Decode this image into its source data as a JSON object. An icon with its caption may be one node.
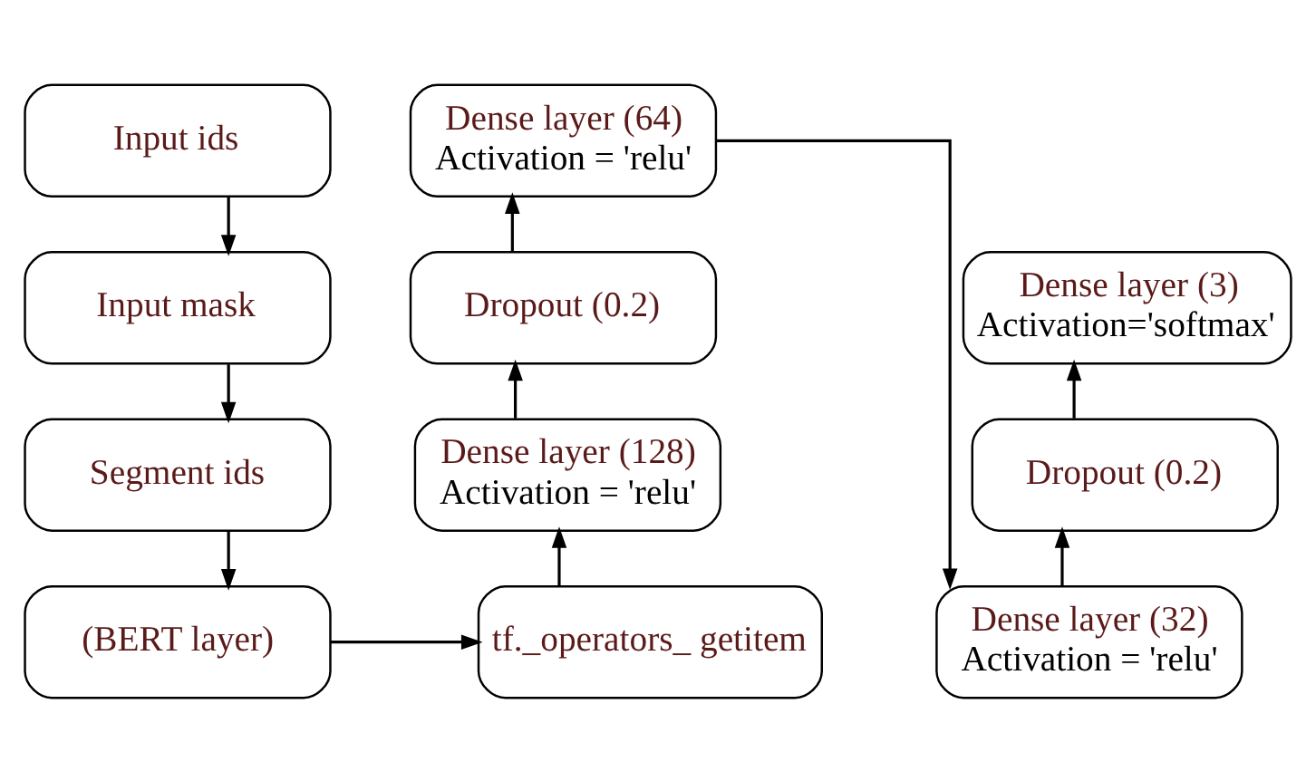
{
  "diagram": {
    "nodes": [
      {
        "text": [
          "Input ids"
        ]
      },
      {
        "text": [
          "Input mask"
        ]
      },
      {
        "text": [
          "Segment ids"
        ]
      },
      {
        "text": [
          "(BERT layer)"
        ]
      },
      {
        "text": [
          "tf._operators_ getitem"
        ]
      },
      {
        "text": [
          "Dense layer (128)",
          "Activation = 'relu'"
        ]
      },
      {
        "text": [
          "Dropout (0.2)"
        ]
      },
      {
        "text": [
          "Dense layer (64)",
          "Activation = 'relu'"
        ]
      },
      {
        "text": [
          "Dense layer (32)",
          "Activation = 'relu'"
        ]
      },
      {
        "text": [
          "Dropout (0.2)"
        ]
      },
      {
        "text": [
          "Dense layer (3)",
          "Activation='softmax'"
        ]
      }
    ],
    "edges": [
      {
        "from": 0,
        "to": 1,
        "arrow": "to"
      },
      {
        "from": 1,
        "to": 2,
        "arrow": "to"
      },
      {
        "from": 2,
        "to": 3,
        "arrow": "to"
      },
      {
        "from": 3,
        "to": 4,
        "arrow": "to"
      },
      {
        "from": 4,
        "to": 5,
        "arrow": "to"
      },
      {
        "from": 5,
        "to": 6,
        "arrow": "to"
      },
      {
        "from": 6,
        "to": 7,
        "arrow": "to"
      },
      {
        "from": 7,
        "to": 8,
        "arrow": "to"
      },
      {
        "from": 8,
        "to": 9,
        "arrow": "to"
      },
      {
        "from": 9,
        "to": 10,
        "arrow": "to"
      }
    ]
  }
}
